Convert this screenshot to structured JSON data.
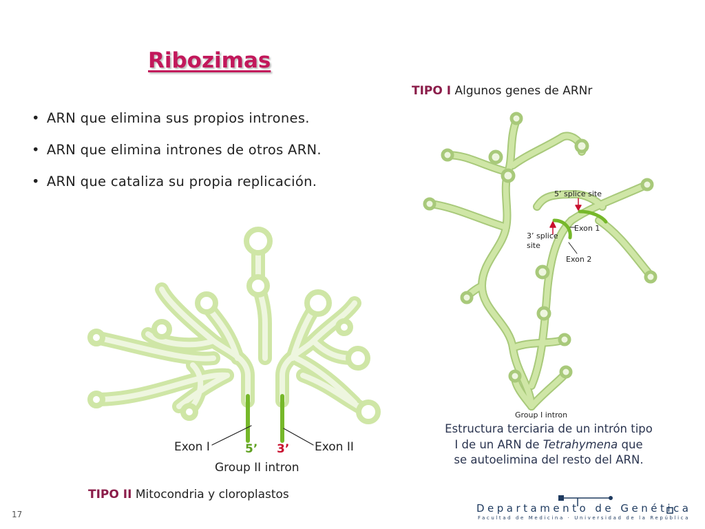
{
  "title": "Ribozimas",
  "bullets": [
    "ARN que elimina sus propios intrones.",
    "ARN que elimina intrones de otros ARN.",
    "ARN que cataliza su propia replicación."
  ],
  "tipo1": {
    "bold": "TIPO I",
    "text": "Algunos genes de ARNr"
  },
  "tipo2": {
    "bold": "TIPO II",
    "text": "Mitocondria y cloroplastos"
  },
  "group1_diagram": {
    "splice5": "5’ splice site",
    "splice3_line1": "3’ splice",
    "splice3_line2": "site",
    "exon1": "Exon 1",
    "exon2": "Exon 2",
    "caption": "Group I intron"
  },
  "group2_diagram": {
    "exon_left": "Exon I",
    "exon_right": "Exon II",
    "end5": "5’",
    "end3": "3’",
    "caption": "Group II intron"
  },
  "estructura": {
    "line1": "Estructura terciaria de un intrón tipo",
    "line2_pre": "I de un ARN de ",
    "line2_italic": "Tetrahymena",
    "line2_post": " que",
    "line3": "se autoelimina del resto del ARN."
  },
  "page_number": "17",
  "footer": {
    "department": "Departamento de Genética",
    "subtitle": "Facultad de Medicina · Universidad de la República"
  },
  "colors": {
    "rna_light": "#cfe6a6",
    "rna_outline": "#a8c97a",
    "exon_green": "#76b82a",
    "arrow_red": "#c8102e",
    "title_magenta": "#c2185b"
  }
}
